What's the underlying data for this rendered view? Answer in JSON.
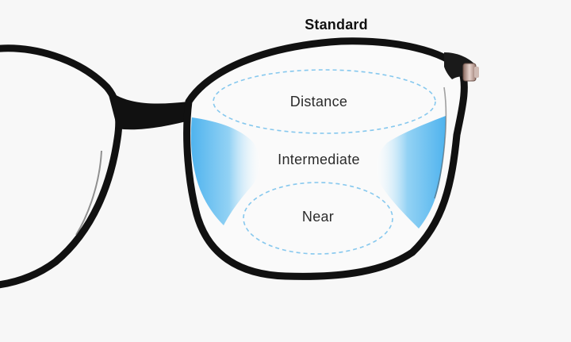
{
  "title": "Standard",
  "zones": {
    "distance": "Distance",
    "intermediate": "Intermediate",
    "near": "Near"
  },
  "colors": {
    "background": "#f7f7f7",
    "frame": "#111111",
    "zone_outline": "#7cc4ec",
    "blur_zone": "#5ab8ee"
  },
  "icons": {
    "frame": "eyeglasses-frame-icon"
  }
}
